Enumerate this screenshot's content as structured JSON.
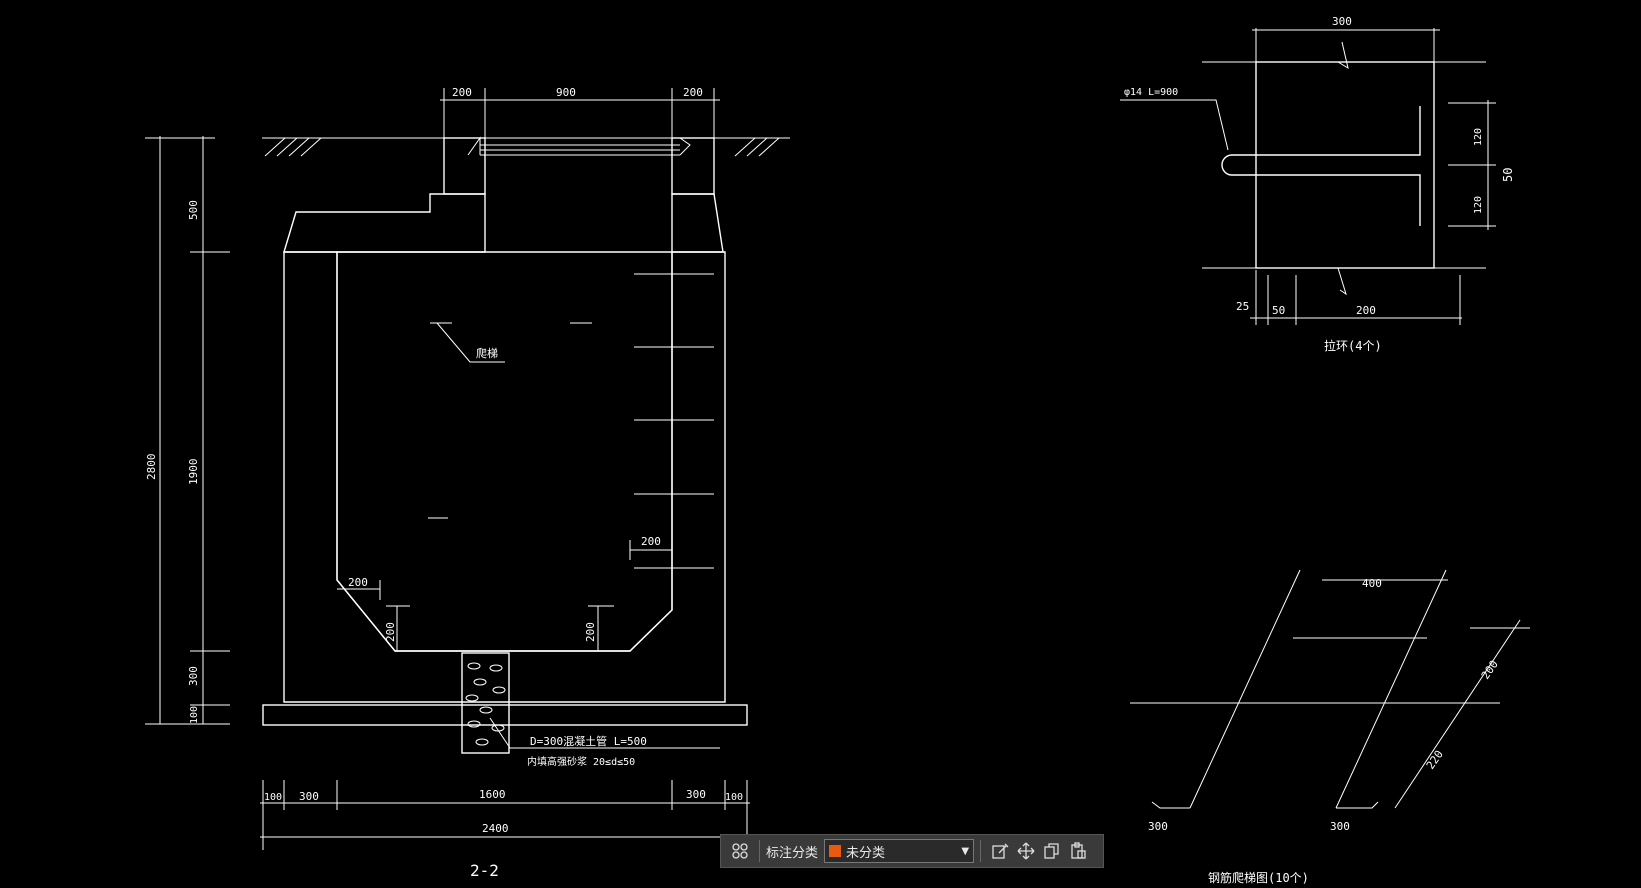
{
  "section": {
    "top_dims": [
      "200",
      "900",
      "200"
    ],
    "left_dims": {
      "overall": "2800",
      "top": "500",
      "middle": "1900",
      "lower": "300",
      "base": "100"
    },
    "bottom_dims": [
      "100",
      "300",
      "1600",
      "300",
      "100"
    ],
    "bottom_total": "2400",
    "inner_dims": {
      "corner_w": "200",
      "corner_h_left": "200",
      "corner_h_right": "200",
      "wall_step": "200"
    },
    "ladder_label": "爬梯",
    "pipe_note": "D=300混凝土管 L=500",
    "gravel_note": "内填高强砂浆 20≤d≤50",
    "title": "2-2"
  },
  "ring_detail": {
    "top_dim": "300",
    "rebar_label": "φ14 L=900",
    "right_dims": [
      "120",
      "120"
    ],
    "side_dim": "50",
    "bottom_dims": [
      "25",
      "50",
      "200"
    ],
    "title": "拉环(4个)"
  },
  "rung_detail": {
    "top_dim": "400",
    "right_dims": [
      "200",
      "220"
    ],
    "bottom_dims": [
      "300",
      "300"
    ],
    "title": "钢筋爬梯图(10个)"
  },
  "toolbar": {
    "label": "标注分类",
    "selected": "未分类",
    "swatch_color": "#e85a12",
    "icons": [
      "grid-icon",
      "edit-icon",
      "move-icon",
      "copy-icon",
      "paste-icon"
    ]
  }
}
